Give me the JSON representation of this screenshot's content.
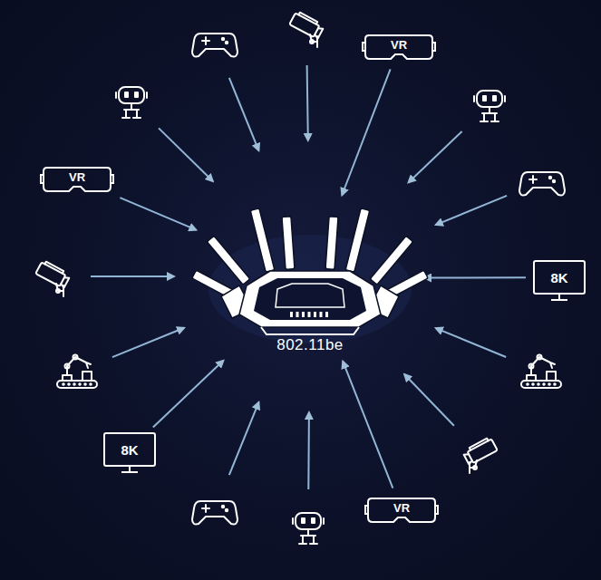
{
  "diagram": {
    "nodes": [
      {
        "text": [
          "VR"
        ]
      },
      {
        "text": [
          "VR"
        ]
      },
      {
        "text": [
          "802.11be"
        ]
      },
      {
        "text": [
          "8K"
        ]
      },
      {
        "text": [
          "8K"
        ]
      },
      {
        "text": [
          "VR"
        ]
      }
    ],
    "edges": [
      {
        "from": 0,
        "to": 2,
        "arrow": "to"
      },
      {
        "from": 1,
        "to": 2,
        "arrow": "to"
      },
      {
        "from": 3,
        "to": 2,
        "arrow": "to"
      },
      {
        "from": 4,
        "to": 2,
        "arrow": "to"
      },
      {
        "from": 5,
        "to": 2,
        "arrow": "to"
      }
    ]
  }
}
